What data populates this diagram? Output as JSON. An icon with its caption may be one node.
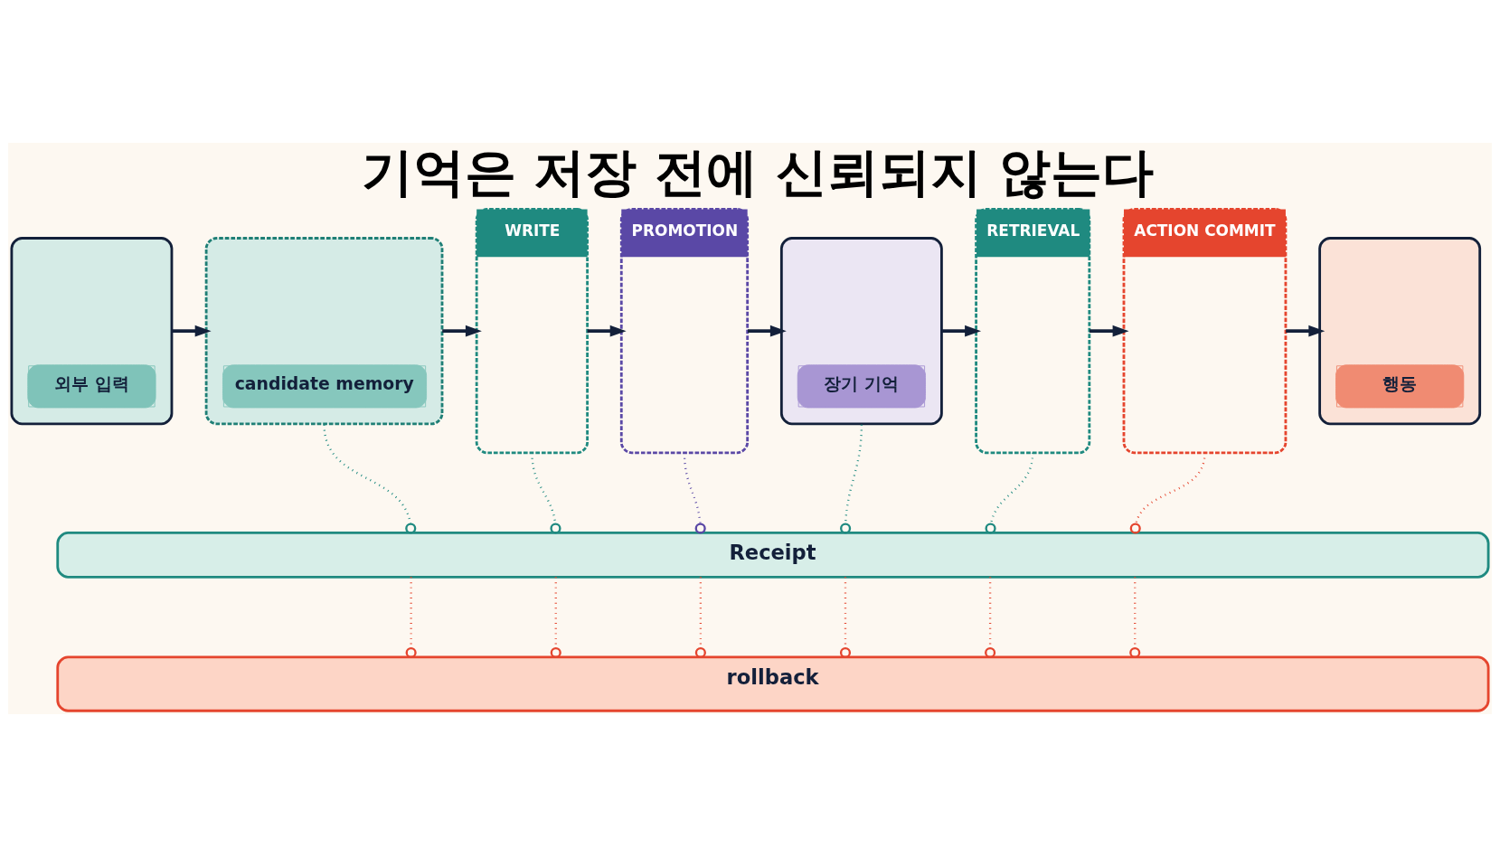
{
  "diagram": {
    "title": "기억은 저장 전에 신뢰되지 않는다",
    "nodes": [
      {
        "text": [
          "외부 입력"
        ]
      },
      {
        "text": [
          "candidate memory"
        ]
      },
      {
        "text": [
          "WRITE"
        ]
      },
      {
        "text": [
          "PROMOTION"
        ]
      },
      {
        "text": [
          "장기 기억"
        ]
      },
      {
        "text": [
          "RETRIEVAL"
        ]
      },
      {
        "text": [
          "ACTION COMMIT"
        ]
      },
      {
        "text": [
          "행동"
        ]
      },
      {
        "text": [
          "Receipt"
        ]
      },
      {
        "text": [
          "rollback"
        ]
      }
    ],
    "edges": [
      {
        "from": 0,
        "to": 1,
        "arrow": "to"
      },
      {
        "from": 1,
        "to": 2,
        "arrow": "to"
      },
      {
        "from": 2,
        "to": 3,
        "arrow": "to"
      },
      {
        "from": 3,
        "to": 4,
        "arrow": "to"
      },
      {
        "from": 4,
        "to": 5,
        "arrow": "to"
      },
      {
        "from": 5,
        "to": 6,
        "arrow": "to"
      },
      {
        "from": 6,
        "to": 7,
        "arrow": "to"
      },
      {
        "from": 1,
        "to": 8,
        "arrow": "other",
        "style": "dashed",
        "color": "#1f8a80"
      },
      {
        "from": 2,
        "to": 8,
        "arrow": "other",
        "style": "dashed",
        "color": "#1f8a80"
      },
      {
        "from": 3,
        "to": 8,
        "arrow": "other",
        "style": "dashed",
        "color": "#5a48a6"
      },
      {
        "from": 4,
        "to": 8,
        "arrow": "other",
        "style": "dashed",
        "color": "#1f8a80"
      },
      {
        "from": 5,
        "to": 8,
        "arrow": "other",
        "style": "dashed",
        "color": "#1f8a80"
      },
      {
        "from": 6,
        "to": 8,
        "arrow": "other",
        "style": "dashed",
        "color": "#e5452e"
      },
      {
        "from": 8,
        "to": 9,
        "arrow": "other",
        "style": "dashed",
        "color": "#e5452e"
      },
      {
        "from": 8,
        "to": 9,
        "arrow": "other",
        "style": "dashed",
        "color": "#e5452e"
      },
      {
        "from": 8,
        "to": 9,
        "arrow": "other",
        "style": "dashed",
        "color": "#e5452e"
      },
      {
        "from": 8,
        "to": 9,
        "arrow": "other",
        "style": "dashed",
        "color": "#e5452e"
      },
      {
        "from": 8,
        "to": 9,
        "arrow": "other",
        "style": "dashed",
        "color": "#e5452e"
      },
      {
        "from": 8,
        "to": 9,
        "arrow": "other",
        "style": "dashed",
        "color": "#e5452e"
      }
    ]
  }
}
